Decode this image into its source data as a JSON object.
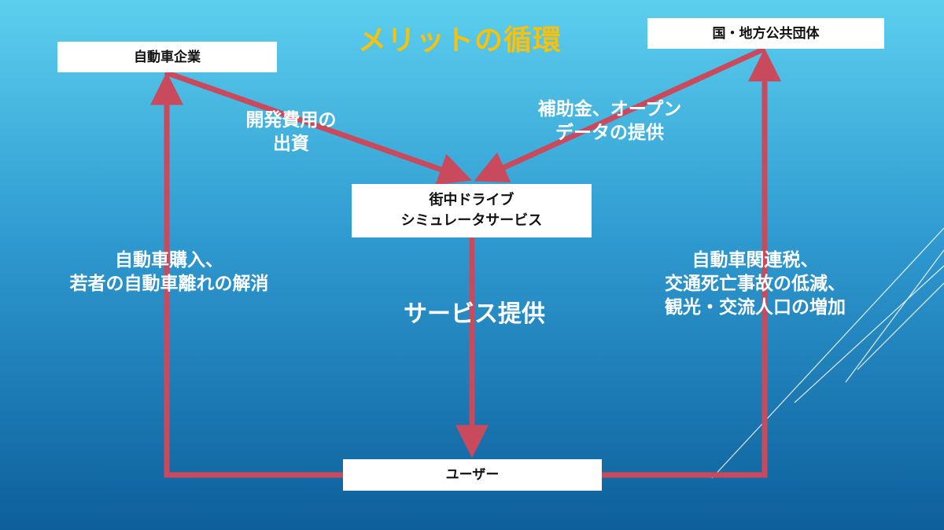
{
  "title": "メリットの循環",
  "nodes": {
    "company": "自動車企業",
    "government": "国・地方公共団体",
    "service": [
      "街中ドライブ",
      "シミュレータサービス"
    ],
    "user": "ユーザー"
  },
  "labels": {
    "development_cost": [
      "開発費用の",
      "出資"
    ],
    "subsidy": [
      "補助金、オープン",
      "データの提供"
    ],
    "purchase": [
      "自動車購入、",
      "若者の自動車離れの解消"
    ],
    "service_provision": "サービス提供",
    "tax": [
      "自動車関連税、",
      "交通死亡事故の低減、",
      "観光・交流人口の増加"
    ]
  },
  "colors": {
    "arrow": "#c94a5d",
    "title": "#f6c20f",
    "box": "#ffffff",
    "text": "#ffffff"
  }
}
